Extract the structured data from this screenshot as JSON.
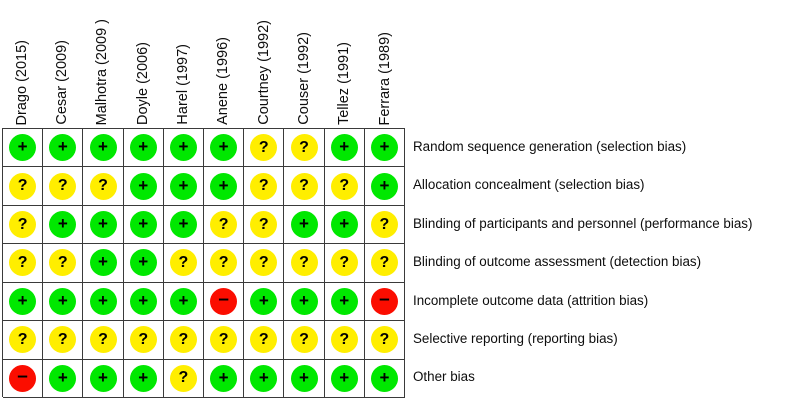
{
  "figure": {
    "type": "risk-of-bias-summary",
    "colors": {
      "low_risk": "#00e800",
      "unclear_risk": "#ffee00",
      "high_risk": "#fb0d00",
      "grid_line": "#3a3a3a",
      "background": "#ffffff",
      "text": "#0d0d0d"
    },
    "symbols": {
      "low_risk": "+",
      "unclear_risk": "?",
      "high_risk": "–"
    }
  },
  "studies": [
    {
      "label": "Drago (2015)"
    },
    {
      "label": "Cesar (2009)"
    },
    {
      "label": "Malhotra (2009 )"
    },
    {
      "label": "Doyle (2006)"
    },
    {
      "label": "Harel (1997)"
    },
    {
      "label": "Anene (1996)"
    },
    {
      "label": "Courtney (1992)"
    },
    {
      "label": "Couser (1992)"
    },
    {
      "label": "Tellez (1991)"
    },
    {
      "label": "Ferrara (1989)"
    }
  ],
  "domains": [
    {
      "label": "Random sequence generation (selection bias)"
    },
    {
      "label": "Allocation concealment  (selection bias)"
    },
    {
      "label": "Blinding of participants and personnel (performance bias)"
    },
    {
      "label": "Blinding of outcome assessment (detection bias)"
    },
    {
      "label": "Incomplete outcome data (attrition bias)"
    },
    {
      "label": "Selective reporting (reporting bias)"
    },
    {
      "label": "Other bias"
    }
  ],
  "chart_data": {
    "type": "heatmap",
    "title": "",
    "xlabel": "",
    "ylabel": "",
    "categories": [
      "Drago (2015)",
      "Cesar (2009)",
      "Malhotra (2009 )",
      "Doyle (2006)",
      "Harel (1997)",
      "Anene (1996)",
      "Courtney (1992)",
      "Couser (1992)",
      "Tellez (1991)",
      "Ferrara (1989)"
    ],
    "rows": [
      "Random sequence generation (selection bias)",
      "Allocation concealment  (selection bias)",
      "Blinding of participants and personnel (performance bias)",
      "Blinding of outcome assessment (detection bias)",
      "Incomplete outcome data (attrition bias)",
      "Selective reporting (reporting bias)",
      "Other bias"
    ],
    "legend": [
      {
        "symbol": "+",
        "meaning": "low risk of bias",
        "color": "#00e800"
      },
      {
        "symbol": "?",
        "meaning": "unclear risk of bias",
        "color": "#ffee00"
      },
      {
        "symbol": "–",
        "meaning": "high risk of bias",
        "color": "#fb0d00"
      }
    ],
    "grid": true,
    "values": [
      [
        "low",
        "low",
        "low",
        "low",
        "low",
        "low",
        "unclear",
        "unclear",
        "low",
        "low"
      ],
      [
        "unclear",
        "unclear",
        "unclear",
        "low",
        "low",
        "low",
        "unclear",
        "unclear",
        "unclear",
        "low"
      ],
      [
        "unclear",
        "low",
        "low",
        "low",
        "low",
        "unclear",
        "unclear",
        "low",
        "low",
        "unclear"
      ],
      [
        "unclear",
        "unclear",
        "low",
        "low",
        "unclear",
        "unclear",
        "unclear",
        "unclear",
        "unclear",
        "unclear"
      ],
      [
        "low",
        "low",
        "low",
        "low",
        "low",
        "high",
        "low",
        "low",
        "low",
        "high"
      ],
      [
        "unclear",
        "unclear",
        "unclear",
        "unclear",
        "unclear",
        "unclear",
        "unclear",
        "unclear",
        "unclear",
        "unclear"
      ],
      [
        "high",
        "low",
        "low",
        "low",
        "unclear",
        "low",
        "low",
        "low",
        "low",
        "low"
      ]
    ]
  }
}
